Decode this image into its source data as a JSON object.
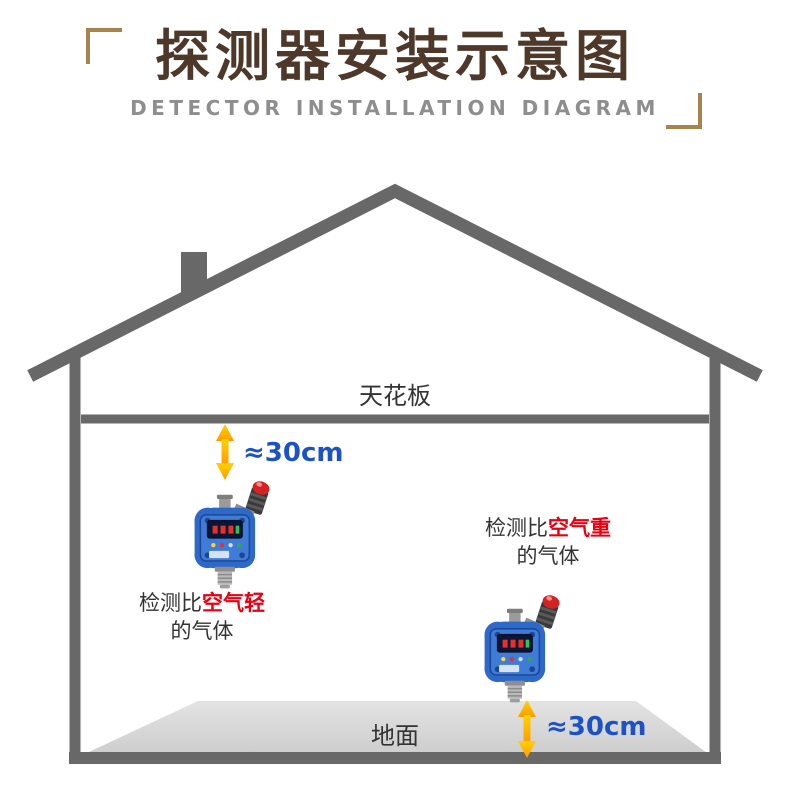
{
  "header": {
    "title": "探测器安装示意图",
    "subtitle": "DETECTOR INSTALLATION DIAGRAM"
  },
  "labels": {
    "ceiling": "天花板",
    "floor": "地面",
    "top_distance": "≈30cm",
    "bottom_distance": "≈30cm",
    "left_note_prefix": "检测比",
    "left_note_highlight": "空气轻",
    "left_note_line2": "的气体",
    "right_note_prefix": "检测比",
    "right_note_highlight": "空气重",
    "right_note_line2": "的气体"
  },
  "colors": {
    "title_brown": "#4e382a",
    "accent_gold": "#a8844d",
    "subtitle_gray": "#8e8e8e",
    "house_gray": "#686868",
    "floor_gray": "#d6d6d6",
    "distance_blue": "#1d52c6",
    "highlight_red": "#e60012",
    "arrow_yellow": "#ffb400",
    "detector_blue": "#2e68c8"
  }
}
